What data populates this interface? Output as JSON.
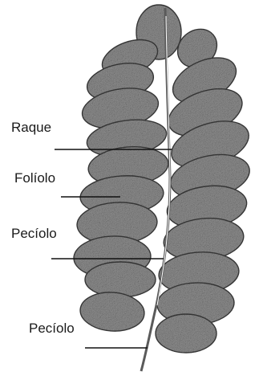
{
  "labels": {
    "raque": "Raque",
    "foliolo": "Folíolo",
    "peciolo_upper": "Pecíolo",
    "peciolo_lower": "Pecíolo"
  },
  "colors": {
    "leaflet_fill": "#8e8e8e",
    "leaflet_edge": "#3c3c3c",
    "stem": "#5a5a5a",
    "leader_line": "#111111"
  }
}
